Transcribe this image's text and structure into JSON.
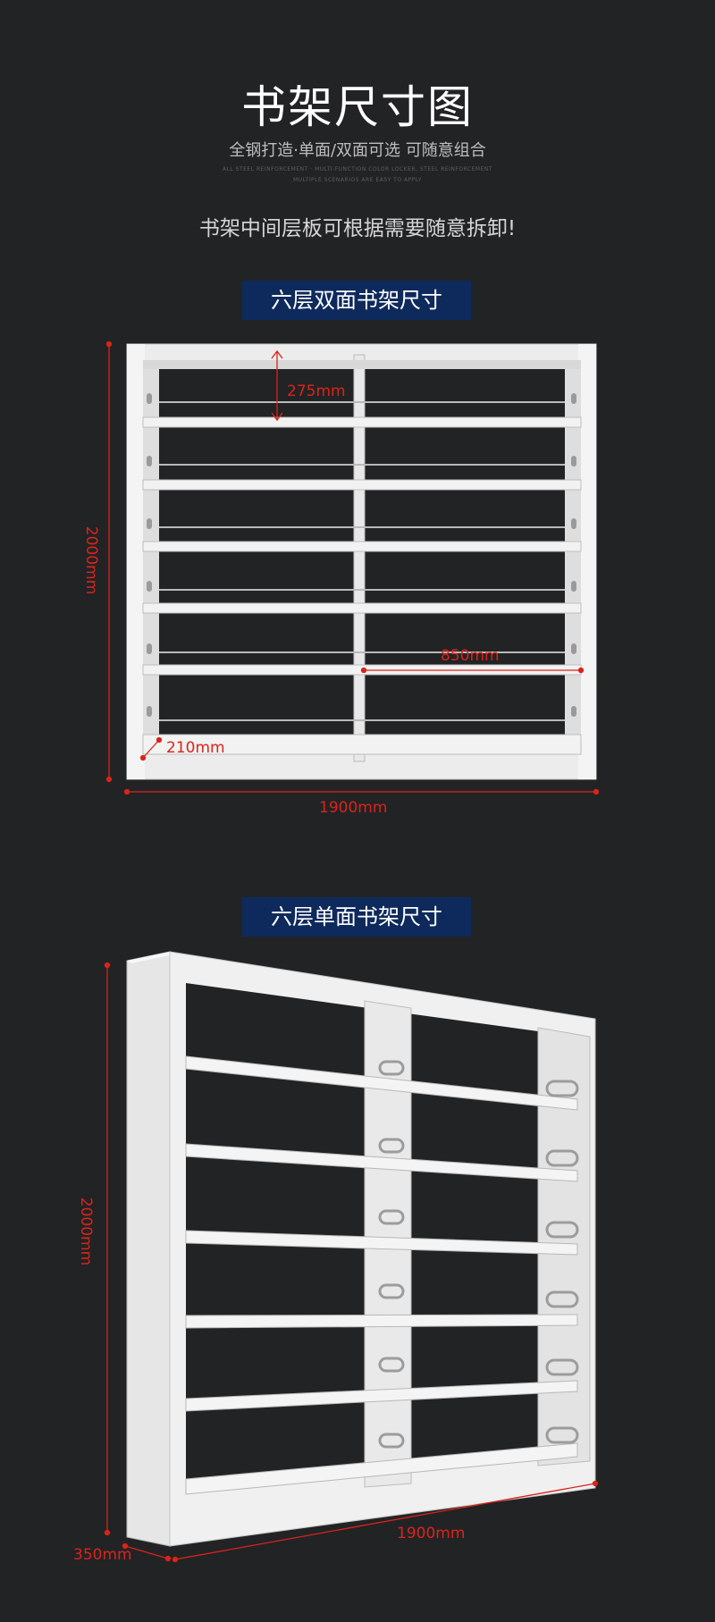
{
  "header": {
    "title": "书架尺寸图",
    "subtitle": "全钢打造·单面/双面可选 可随意组合",
    "english_line1": "ALL STEEL REINFORCEMENT · MULTI-FUNCTION COLOR LOCKER, STEEL REINFORCEMENT",
    "english_line2": "MULTIPLE SCENARIOS ARE EASY TO APPLY",
    "tagline": "书架中间层板可根据需要随意拆卸!"
  },
  "double_sided": {
    "badge": "六层双面书架尺寸",
    "height": "2000mm",
    "width": "1900mm",
    "shelf_gap": "275mm",
    "shelf_length": "850mm",
    "depth": "210mm"
  },
  "single_sided": {
    "badge": "六层单面书架尺寸",
    "height": "2000mm",
    "width": "1900mm",
    "depth": "350mm"
  },
  "colors": {
    "background": "#222325",
    "badge": "#0e2a5c",
    "dimension": "#d9241a"
  }
}
